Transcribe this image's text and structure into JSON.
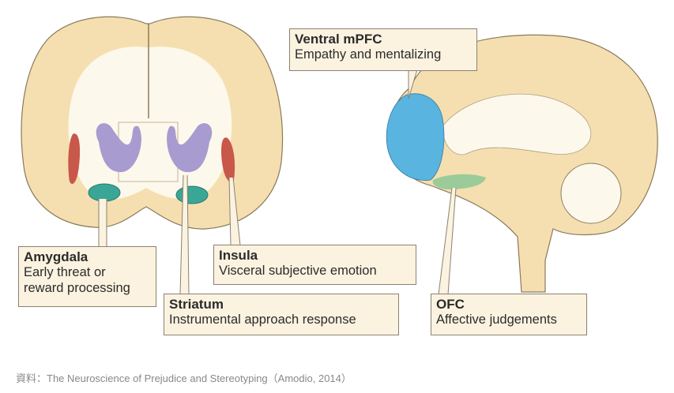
{
  "labels": {
    "amygdala": {
      "title": "Amygdala",
      "desc_line1": "Early threat or",
      "desc_line2": "reward processing"
    },
    "insula": {
      "title": "Insula",
      "desc": "Visceral subjective emotion"
    },
    "striatum": {
      "title": "Striatum",
      "desc": "Instrumental approach response"
    },
    "ventral_mpfc": {
      "title": "Ventral mPFC",
      "desc": "Empathy and mentalizing"
    },
    "ofc": {
      "title": "OFC",
      "desc": "Affective judgements"
    }
  },
  "caption": "資料：The Neuroscience of Prejudice and Stereotyping（Amodio, 2014）",
  "colors": {
    "brain_outer": "#f5dfb0",
    "white_matter": "#fdf8ec",
    "amygdala": "#3aa696",
    "insula": "#c8584a",
    "striatum": "#a89bd0",
    "ventral_mpfc": "#5ab4e0",
    "ofc": "#9ccb9a",
    "label_bg": "#fbf3e0"
  }
}
